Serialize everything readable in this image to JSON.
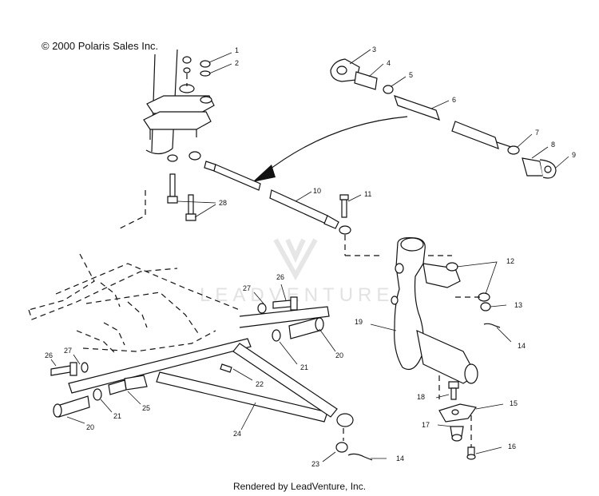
{
  "copyright": "© 2000 Polaris Sales Inc.",
  "footer": "Rendered by LeadVenture, Inc.",
  "watermark": "LEADVENTURE",
  "callouts": {
    "c1": "1",
    "c2": "2",
    "c3": "3",
    "c4": "4",
    "c5": "5",
    "c6": "6",
    "c7": "7",
    "c8": "8",
    "c9": "9",
    "c10": "10",
    "c11": "11",
    "c12": "12",
    "c13": "13",
    "c14a": "14",
    "c14b": "14",
    "c15": "15",
    "c16": "16",
    "c17": "17",
    "c18": "18",
    "c19": "19",
    "c20a": "20",
    "c20b": "20",
    "c21a": "21",
    "c21b": "21",
    "c22": "22",
    "c23": "23",
    "c24": "24",
    "c25": "25",
    "c26a": "26",
    "c26b": "26",
    "c27a": "27",
    "c27b": "27",
    "c28": "28"
  }
}
